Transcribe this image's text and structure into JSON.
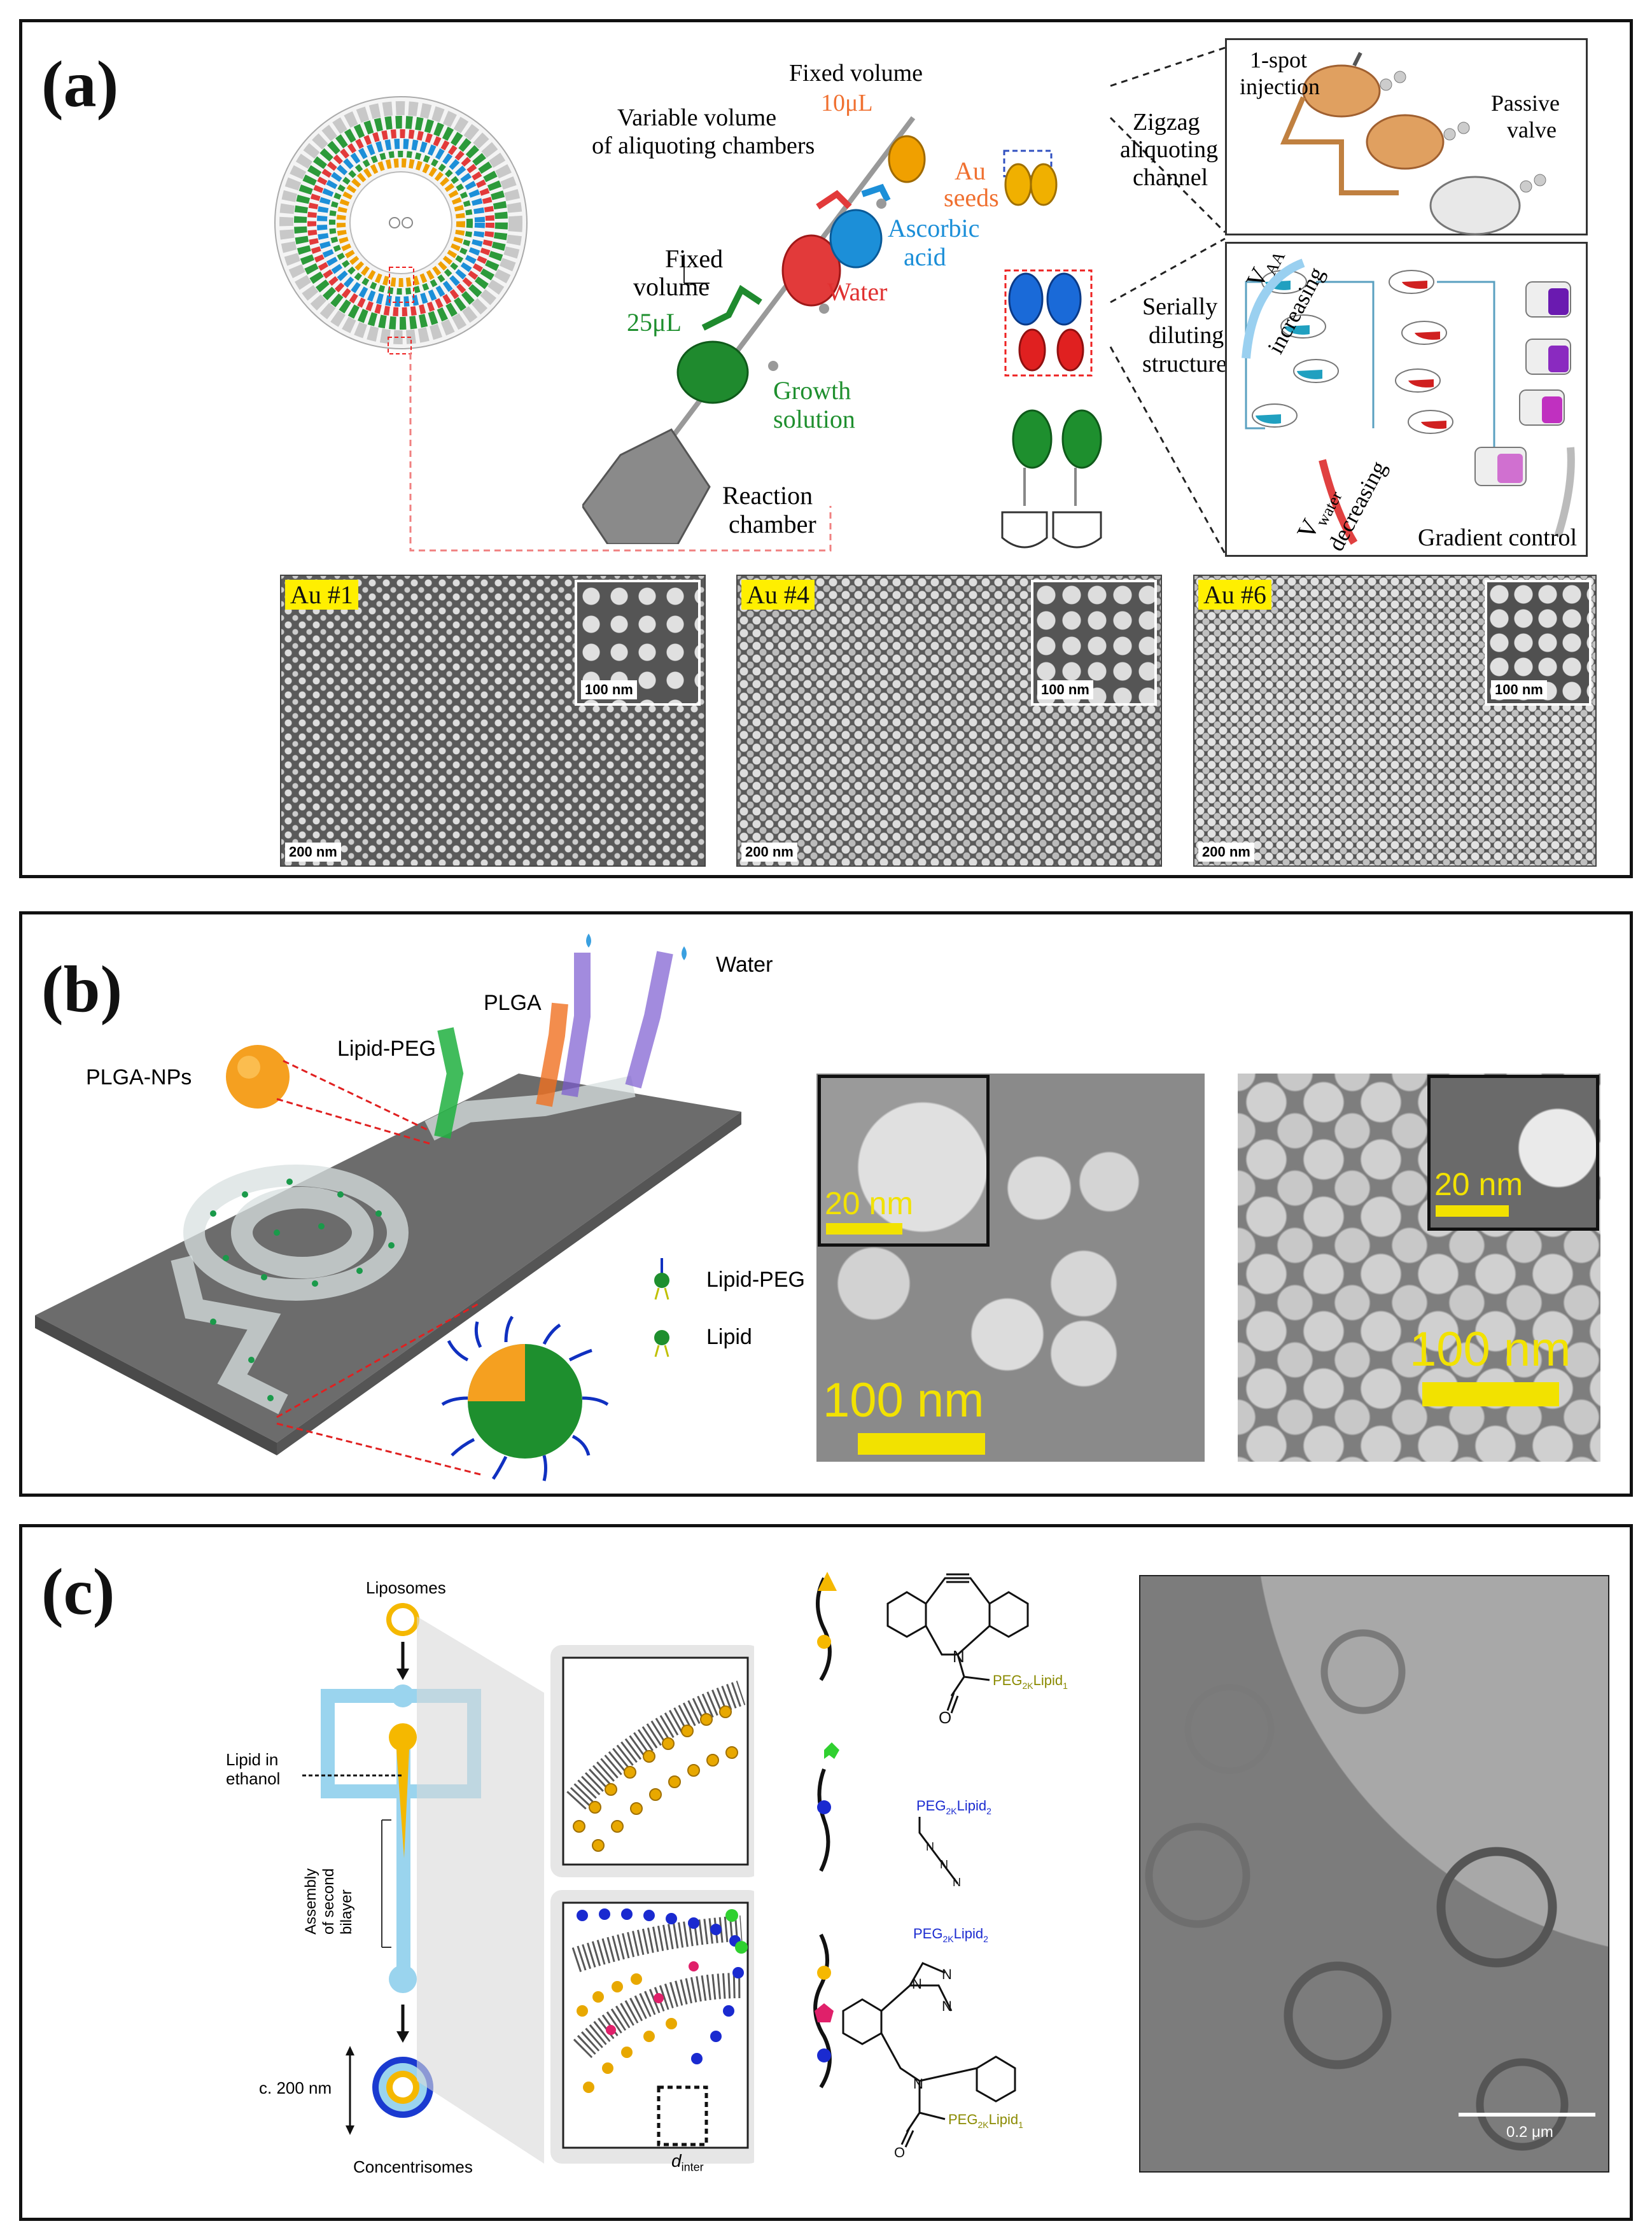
{
  "panel_a": {
    "label": "(a)",
    "fixed_volume_top": "Fixed volume",
    "fixed_volume_top_value": "10μL",
    "variable_volume_line1": "Variable volume",
    "variable_volume_line2": "of aliquoting chambers",
    "au_seeds_line1": "Au",
    "au_seeds_line2": "seeds",
    "ascorbic_line1": "Ascorbic",
    "ascorbic_line2": "acid",
    "water": "Water",
    "fixed_volume_left": "Fixed",
    "fixed_volume_left2": "volume",
    "fixed_volume_left_value": "25μL",
    "growth_line1": "Growth",
    "growth_line2": "solution",
    "reaction_line1": "Reaction",
    "reaction_line2": "chamber",
    "zigzag_line1": "Zigzag",
    "zigzag_line2": "aliquoting",
    "zigzag_line3": "channel",
    "injection_line1": "1-spot",
    "injection_line2": "injection",
    "passive_line1": "Passive",
    "passive_line2": "valve",
    "serial_line1": "Serially",
    "serial_line2": "diluting",
    "serial_line3": "structure",
    "v_aa": "V",
    "v_aa_sub": "AA",
    "increasing": "increasing",
    "v_water": "V",
    "v_water_sub": "water",
    "decreasing": "decreasing",
    "gradient": "Gradient control",
    "sem": [
      {
        "tag": "Au #1",
        "inset_scale": "100 nm",
        "scale": "200 nm"
      },
      {
        "tag": "Au #4",
        "inset_scale": "100 nm",
        "scale": "200 nm"
      },
      {
        "tag": "Au #6",
        "inset_scale": "100 nm",
        "scale": "200 nm"
      }
    ]
  },
  "panel_b": {
    "label": "(b)",
    "plga_nps": "PLGA-NPs",
    "lipid_peg_top": "Lipid-PEG",
    "plga": "PLGA",
    "water": "Water",
    "legend_lipid_peg": "Lipid-PEG",
    "legend_lipid": "Lipid",
    "tem1_inset_scale": "20 nm",
    "tem1_scale": "100 nm",
    "tem2_inset_scale": "20 nm",
    "tem2_scale": "100 nm"
  },
  "panel_c": {
    "label": "(c)",
    "liposomes": "Liposomes",
    "lipid_in_ethanol_line1": "Lipid in",
    "lipid_in_ethanol_line2": "ethanol",
    "assembly_line1": "Assembly",
    "assembly_line2": "of second",
    "assembly_line3": "bilayer",
    "size": "c. 200 nm",
    "concentrisomes": "Concentrisomes",
    "d_inter": "d",
    "d_inter_sub": "inter",
    "chem1_peg": "PEG",
    "chem1_sub": "2K",
    "chem1_lipid": "Lipid",
    "chem1_lipid_sub": "1",
    "chem2_peg": "PEG",
    "chem2_sub": "2K",
    "chem2_lipid": "Lipid",
    "chem2_lipid_sub": "2",
    "chem3_top_peg": "PEG",
    "chem3_top_sub": "2K",
    "chem3_top_lipid": "Lipid",
    "chem3_top_lipid_sub": "2",
    "chem3_bot_peg": "PEG",
    "chem3_bot_sub": "2K",
    "chem3_bot_lipid": "Lipid",
    "chem3_bot_lipid_sub": "1",
    "cryo_scale": "0.2 μm"
  },
  "colors": {
    "gold": "#f0a000",
    "red": "#e03030",
    "blue": "#1a8ed8",
    "green": "#1e8f2e",
    "orange_text": "#f07030",
    "highlight": "#ffef00",
    "chem_olive": "#8a8a00",
    "chem_blue": "#1010d0"
  }
}
